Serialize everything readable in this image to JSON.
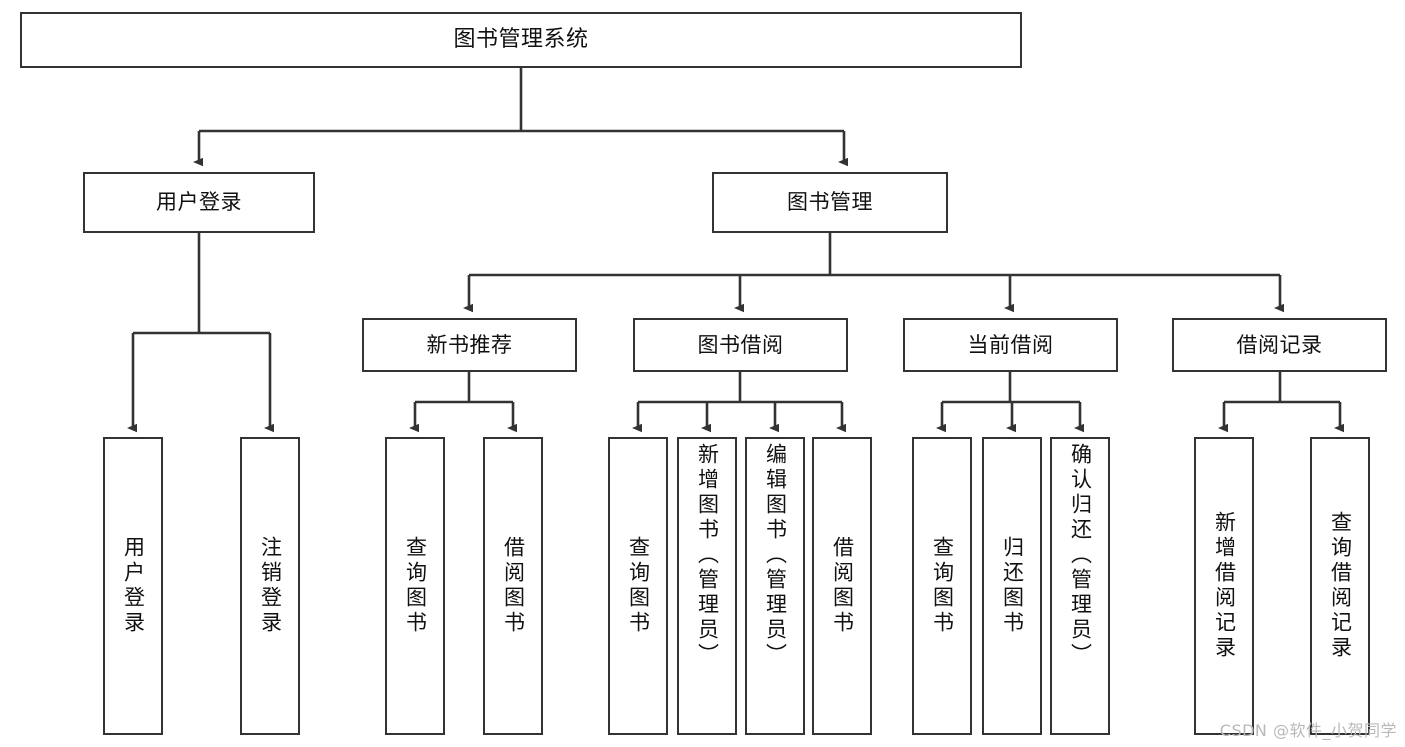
{
  "diagram": {
    "title": "图书管理系统",
    "type": "tree",
    "watermark": "CSDN @软件_小贺同学",
    "colors": {
      "background": "#ffffff",
      "node_border": "#333333",
      "node_fill": "#ffffff",
      "edge": "#333333",
      "text": "#111111",
      "watermark": "#b9b9b9"
    },
    "root": {
      "label": "图书管理系统"
    },
    "level2": [
      {
        "label": "用户登录"
      },
      {
        "label": "图书管理"
      }
    ],
    "level3": [
      {
        "label": "新书推荐"
      },
      {
        "label": "图书借阅"
      },
      {
        "label": "当前借阅"
      },
      {
        "label": "借阅记录"
      }
    ],
    "leaves": {
      "user_login": [
        {
          "label": "用户登录"
        },
        {
          "label": "注销登录"
        }
      ],
      "new_book_recommend": [
        {
          "label": "查询图书"
        },
        {
          "label": "借阅图书"
        }
      ],
      "book_borrow": [
        {
          "label": "查询图书"
        },
        {
          "label": "新增图书（管理员）"
        },
        {
          "label": "编辑图书（管理员）"
        },
        {
          "label": "借阅图书"
        }
      ],
      "current_borrow": [
        {
          "label": "查询图书"
        },
        {
          "label": "归还图书"
        },
        {
          "label": "确认归还（管理员）"
        }
      ],
      "borrow_records": [
        {
          "label": "新增借阅记录"
        },
        {
          "label": "查询借阅记录"
        }
      ]
    }
  }
}
